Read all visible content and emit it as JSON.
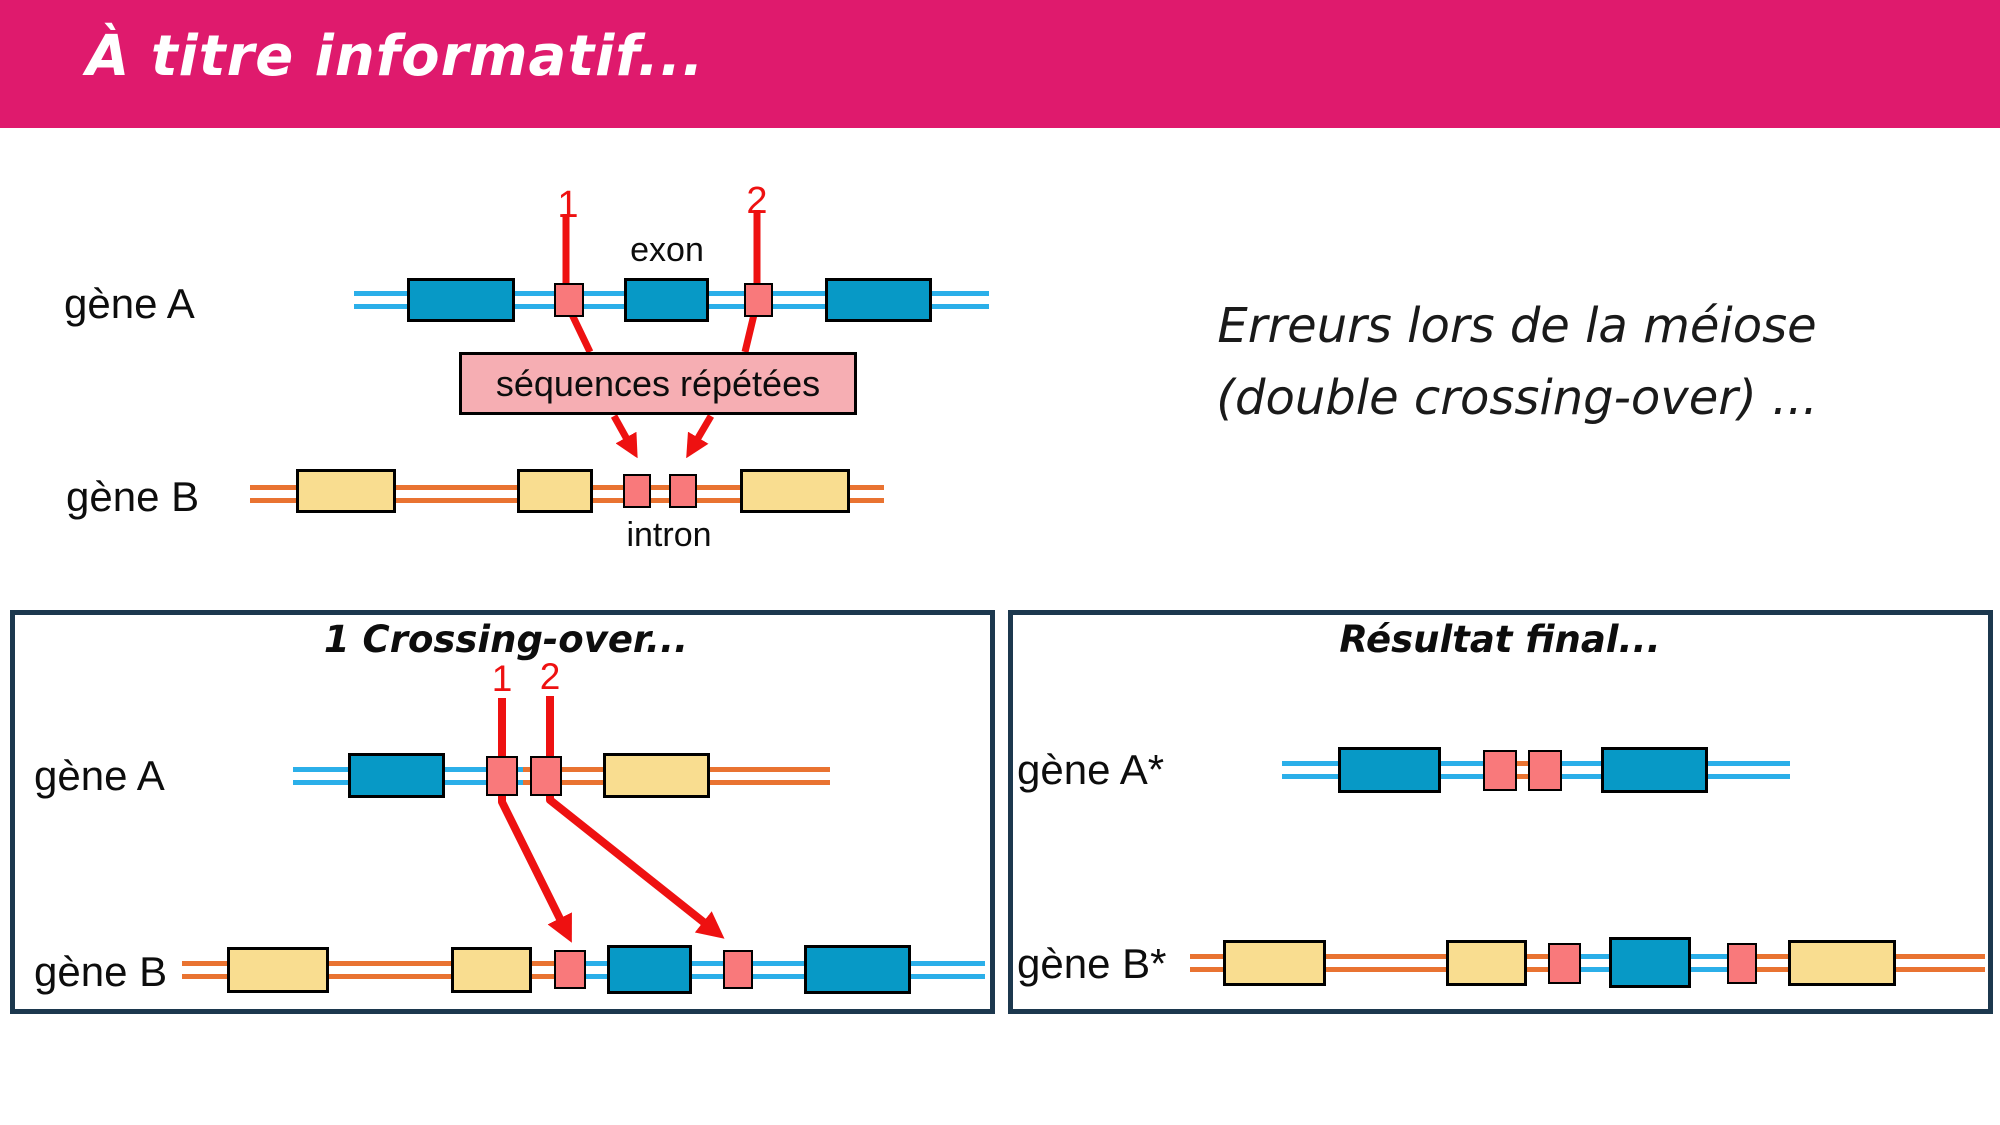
{
  "header": {
    "title": "À titre informatif..."
  },
  "top_diagram": {
    "gene_a_label": "gène A",
    "gene_b_label": "gène B",
    "marker_1": "1",
    "marker_2": "2",
    "exon_label": "exon",
    "intron_label": "intron",
    "repeated_sequences_label": "séquences répétées"
  },
  "side_note": {
    "line1": "Erreurs lors de la méiose",
    "line2": "(double crossing-over) ..."
  },
  "left_panel": {
    "title": "1 Crossing-over...",
    "marker_1": "1",
    "marker_2": "2",
    "gene_a_label": "gène A",
    "gene_b_label": "gène B"
  },
  "right_panel": {
    "title": "Résultat final...",
    "gene_a_label": "gène A*",
    "gene_b_label": "gène B*"
  },
  "colors": {
    "header_pink": "#DF1A6D",
    "exon_blue": "#0799C6",
    "chromosome_blue_line": "#2BAFE9",
    "exon_yellow": "#F9DD90",
    "chromosome_orange_line": "#E97331",
    "repeated_sequence_red": "#F9797B",
    "note_box_pink": "#F6AEB3",
    "arrow_red": "#EE1111",
    "panel_border_navy": "#1C384E"
  }
}
